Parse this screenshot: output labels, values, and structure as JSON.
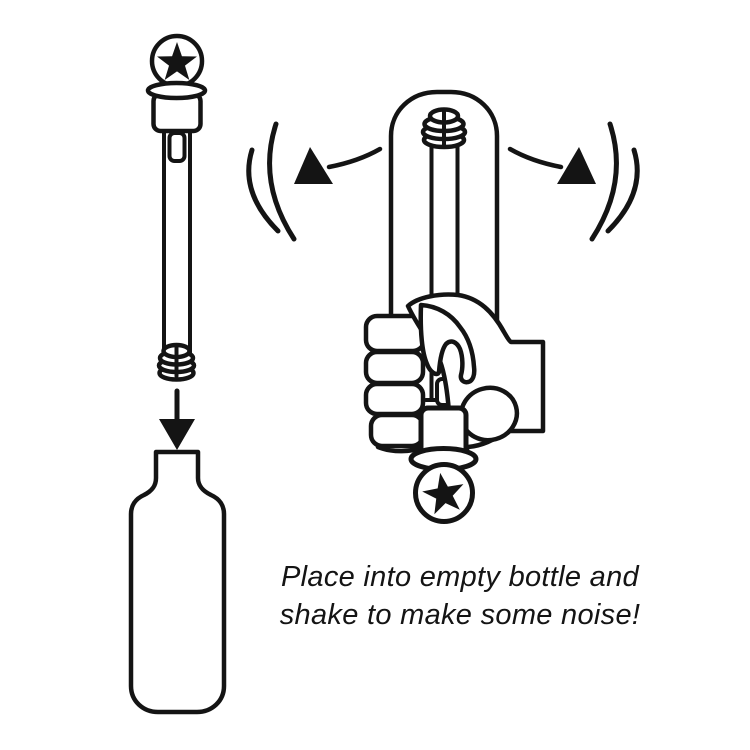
{
  "theme": {
    "ink": "#141414",
    "paper": "#ffffff"
  },
  "caption": {
    "line1": "Place into empty bottle and",
    "line2": "shake to make some noise!"
  },
  "icons": {
    "star": "★ solid five-point star inside ball topper",
    "insert_arrow": "▼ solid downward arrow",
    "shake_arrow_left": "solid triangle arrowhead with curved tail pointing up-left",
    "shake_arrow_right": "solid triangle arrowhead with curved tail pointing up-right",
    "motion_arcs": "double curved vibration arcs on each side"
  }
}
